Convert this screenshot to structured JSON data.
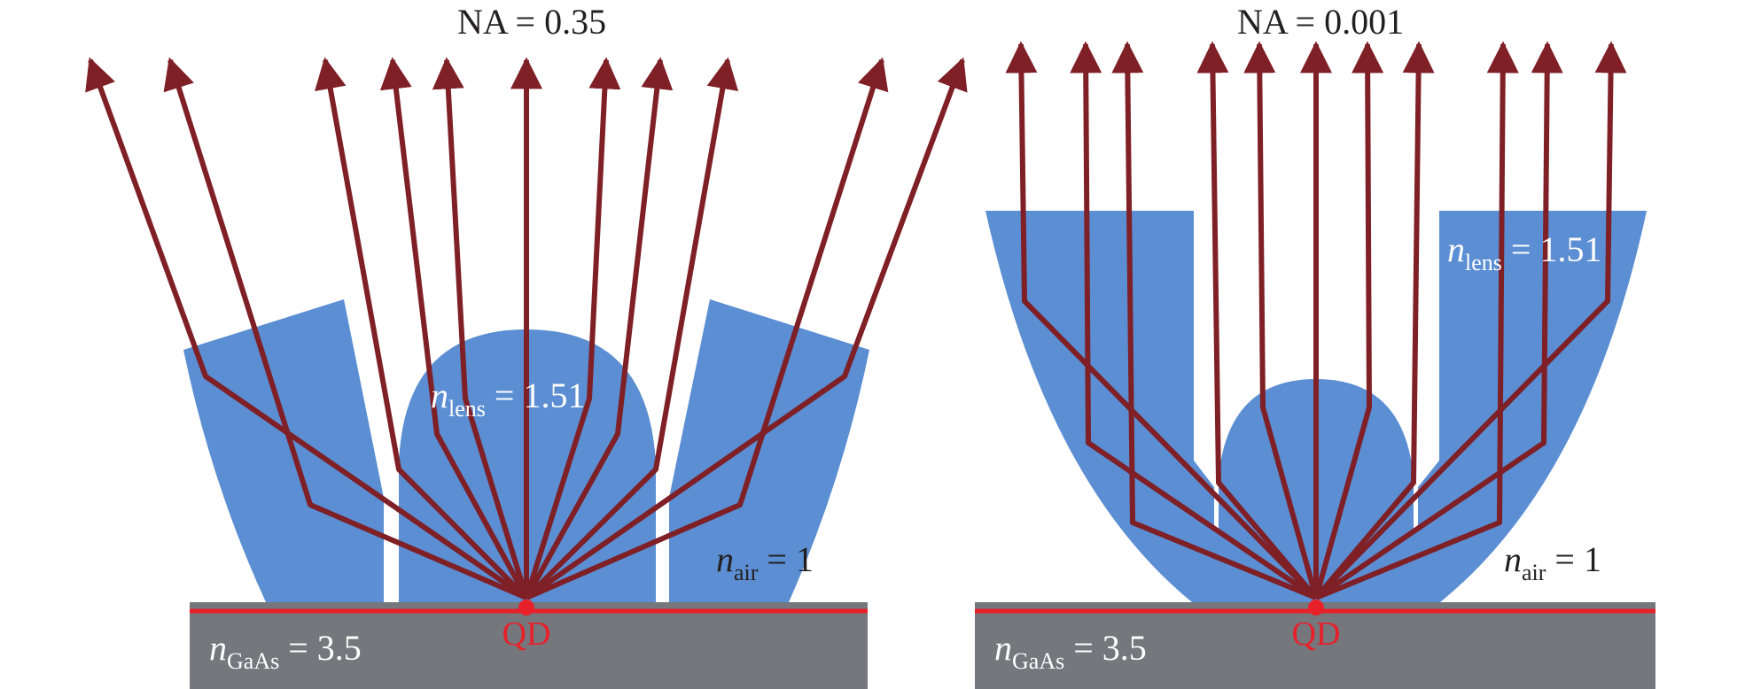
{
  "colors": {
    "lens": "#5b8ed2",
    "substrate": "#75777d",
    "ray": "#7f1f26",
    "emitter": "#e8202a",
    "text_dark": "#231f20",
    "text_light": "#ffffff"
  },
  "panels": [
    {
      "title": "NA = 0.35",
      "lens_label": {
        "n": "n",
        "sub": "lens",
        "value": " = 1.51"
      },
      "air_label": {
        "n": "n",
        "sub": "air",
        "value": " = 1"
      },
      "substrate_label": {
        "n": "n",
        "sub": "GaAs",
        "value": " = 3.5"
      },
      "emitter_label": "QD"
    },
    {
      "title": "NA = 0.001",
      "lens_label": {
        "n": "n",
        "sub": "lens",
        "value": " = 1.51"
      },
      "air_label": {
        "n": "n",
        "sub": "air",
        "value": " = 1"
      },
      "substrate_label": {
        "n": "n",
        "sub": "GaAs",
        "value": " = 3.5"
      },
      "emitter_label": "QD"
    }
  ]
}
